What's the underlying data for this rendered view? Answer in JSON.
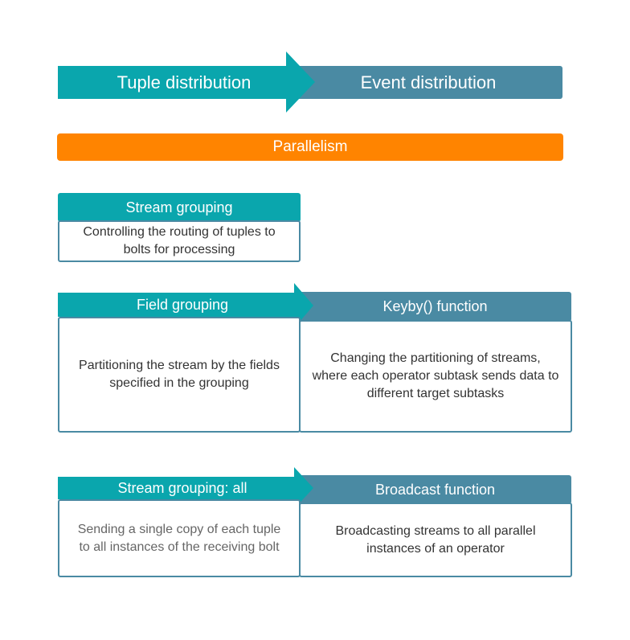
{
  "colors": {
    "teal": "#0aa6ad",
    "steel": "#4a8aa3",
    "orange": "#ff8400",
    "grey_text": "#666666"
  },
  "top": {
    "left_label": "Tuple distribution",
    "right_label": "Event distribution"
  },
  "parallelism_label": "Parallelism",
  "stream_grouping": {
    "title": "Stream grouping",
    "description": "Controlling the routing of tuples to bolts for processing"
  },
  "field_row": {
    "left_title": "Field grouping",
    "left_description": "Partitioning the stream by the fields specified in the grouping",
    "right_title": "Keyby() function",
    "right_description": "Changing the partitioning of streams, where each operator subtask sends data to different target subtasks"
  },
  "broadcast_row": {
    "left_title": "Stream grouping: all",
    "left_description": "Sending a single copy of each tuple to all instances of the receiving bolt",
    "right_title": "Broadcast function",
    "right_description": "Broadcasting streams to all parallel instances of an operator"
  }
}
